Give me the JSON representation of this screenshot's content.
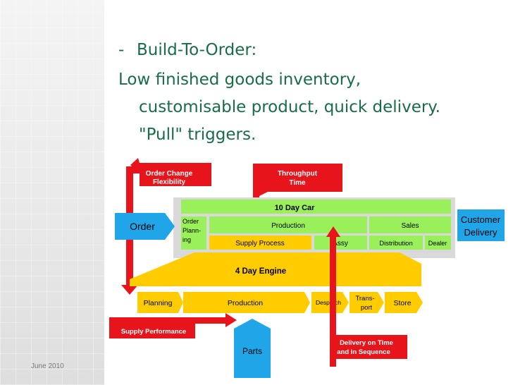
{
  "slide": {
    "bullet_marker": "-",
    "heading": "Build-To-Order:",
    "line1": "Low finished goods inventory,",
    "line2": "customisable product, quick delivery.",
    "line3": "\"Pull\" triggers.",
    "footer_date": "June 2010"
  },
  "diagram": {
    "order_change": [
      "Order Change",
      "Flexibility"
    ],
    "throughput": [
      "Throughput",
      "Time"
    ],
    "ten_day_car": "10 Day Car",
    "order": "Order",
    "order_planning": [
      "Order",
      "Plann-",
      "ing"
    ],
    "production_top": "Production",
    "sales": "Sales",
    "supply_process": "Supply Process",
    "assy": "Assy",
    "distribution": "Distribution",
    "dealer": "Dealer",
    "customer_delivery": [
      "Customer",
      "Delivery"
    ],
    "four_day_engine": "4 Day  Engine",
    "planning": "Planning",
    "production_bottom": "Production",
    "despatch": "Despatch",
    "transport": [
      "Trans-",
      "port"
    ],
    "store": "Store",
    "supply_performance": "Supply Performance",
    "parts": "Parts",
    "delivery_on_time": [
      "Delivery on Time",
      "and in Sequence"
    ],
    "colors": {
      "red": "#e8141c",
      "green": "#99f05a",
      "yellow": "#ffcc00",
      "blue": "#1fa5e8",
      "grey": "#d9d9d9"
    }
  }
}
